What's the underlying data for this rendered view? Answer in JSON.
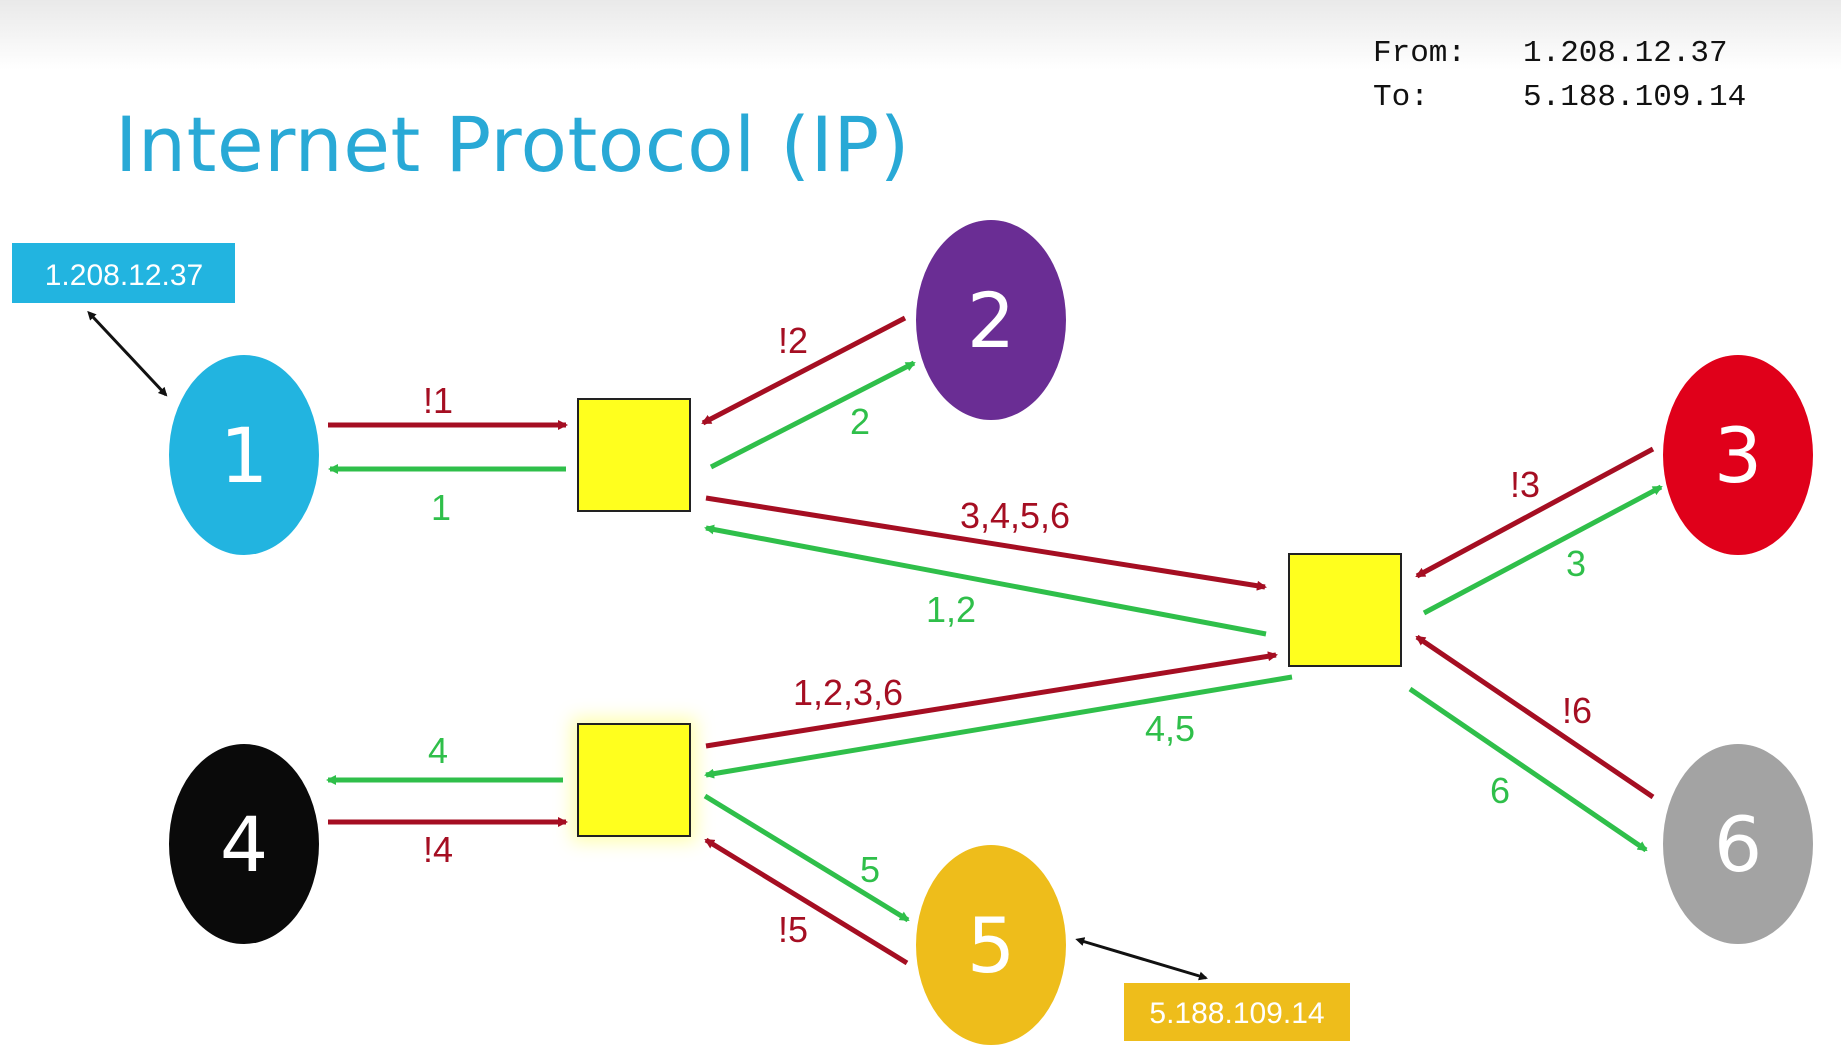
{
  "title": "Internet Protocol (IP)",
  "header": {
    "from_label": "From:",
    "from_value": "1.208.12.37",
    "to_label": "To:",
    "to_value": "5.188.109.14"
  },
  "address_labels": {
    "source": "1.208.12.37",
    "destination": "5.188.109.14"
  },
  "nodes": [
    {
      "id": "1",
      "label": "1",
      "color": "#22b4e0"
    },
    {
      "id": "2",
      "label": "2",
      "color": "#6a2d94"
    },
    {
      "id": "3",
      "label": "3",
      "color": "#e0001a"
    },
    {
      "id": "4",
      "label": "4",
      "color": "#0a0a0a"
    },
    {
      "id": "5",
      "label": "5",
      "color": "#eebd1b"
    },
    {
      "id": "6",
      "label": "6",
      "color": "#a3a3a3"
    }
  ],
  "routers": [
    "router-a",
    "router-b",
    "router-c"
  ],
  "edge_labels": {
    "n1_to_ra": "!1",
    "ra_to_n1": "1",
    "ra_to_n2": "2",
    "n2_to_ra": "!2",
    "ra_to_rc": "3,4,5,6",
    "rc_to_ra": "1,2",
    "rb_to_rc": "1,2,3,6",
    "rc_to_rb": "4,5",
    "rb_to_n4": "4",
    "n4_to_rb": "!4",
    "rb_to_n5": "5",
    "n5_to_rb": "!5",
    "n3_to_rc": "!3",
    "rc_to_n3": "3",
    "n6_to_rc": "!6",
    "rc_to_n6": "6"
  },
  "colors": {
    "title": "#29a9d6",
    "request_arrow": "#a50e22",
    "response_arrow": "#2fbf4a",
    "router_fill": "#ffff1e",
    "source_tag": "#22b4e0",
    "destination_tag": "#eebd1b"
  }
}
